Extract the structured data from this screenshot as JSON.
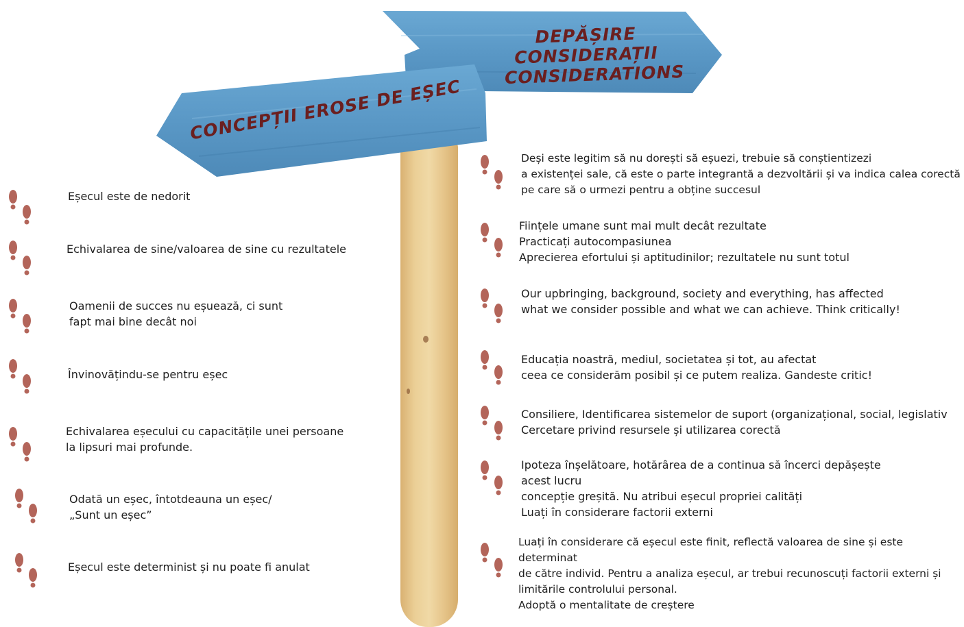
{
  "signs": {
    "left": {
      "text": "CONCEPȚII EROSE DE EȘEC"
    },
    "right": {
      "lines": [
        "DEPĂȘIRE",
        "CONSIDERAȚII",
        "CONSIDERATIONS"
      ]
    }
  },
  "colors": {
    "sign": "#5b9ac8",
    "sign_text": "#6b1f1f",
    "pole": "#e8c88e",
    "footprint": "#b3655a"
  },
  "icons": {
    "bullet": "footprints-icon"
  },
  "misconceptions": [
    "Eșecul este de nedorit",
    "Echivalarea de sine/valoarea de sine cu rezultatele",
    "Oamenii de succes nu eșuează, ci sunt\nfapt mai bine decât noi",
    "Învinovățindu-se pentru eșec",
    "Echivalarea eșecului cu capacitățile unei persoane\n la lipsuri mai profunde.",
    "Odată un eșec, întotdeauna un eșec/\n              „Sunt un eșec”",
    "Eșecul este determinist și nu poate fi anulat"
  ],
  "overcoming": [
    "Deși este legitim să nu dorești să eșuezi, trebuie să conștientizezi\na existenței sale, că este o parte integrantă a dezvoltării și va indica calea corectă\npe care să o urmezi pentru a obține succesul",
    "Ființele umane sunt mai mult decât rezultate\nPracticați autocompasiunea\nAprecierea efortului și aptitudinilor; rezultatele nu sunt totul",
    "Our upbringing, background, society and everything, has affected\nwhat we consider possible and what we can achieve. Think critically!",
    "Educația noastră, mediul, societatea și tot, au afectat\nceea ce considerăm posibil și ce putem realiza. Gandeste critic!",
    "Consiliere, Identificarea sistemelor de suport (organizațional, social, legislativ\nCercetare privind resursele și utilizarea corectă",
    "Ipoteza înșelătoare, hotărârea de a continua să încerci depășește\nacest lucru\nconcepție greșită. Nu atribui eșecul propriei calități\nLuați în considerare factorii externi",
    "Luați în considerare că eșecul este finit, reflectă valoarea de sine și este\ndeterminat\nde către individ. Pentru a analiza eșecul, ar trebui recunoscuți factorii externi și\nlimitările controlului personal.\nAdoptă o mentalitate de creștere"
  ]
}
